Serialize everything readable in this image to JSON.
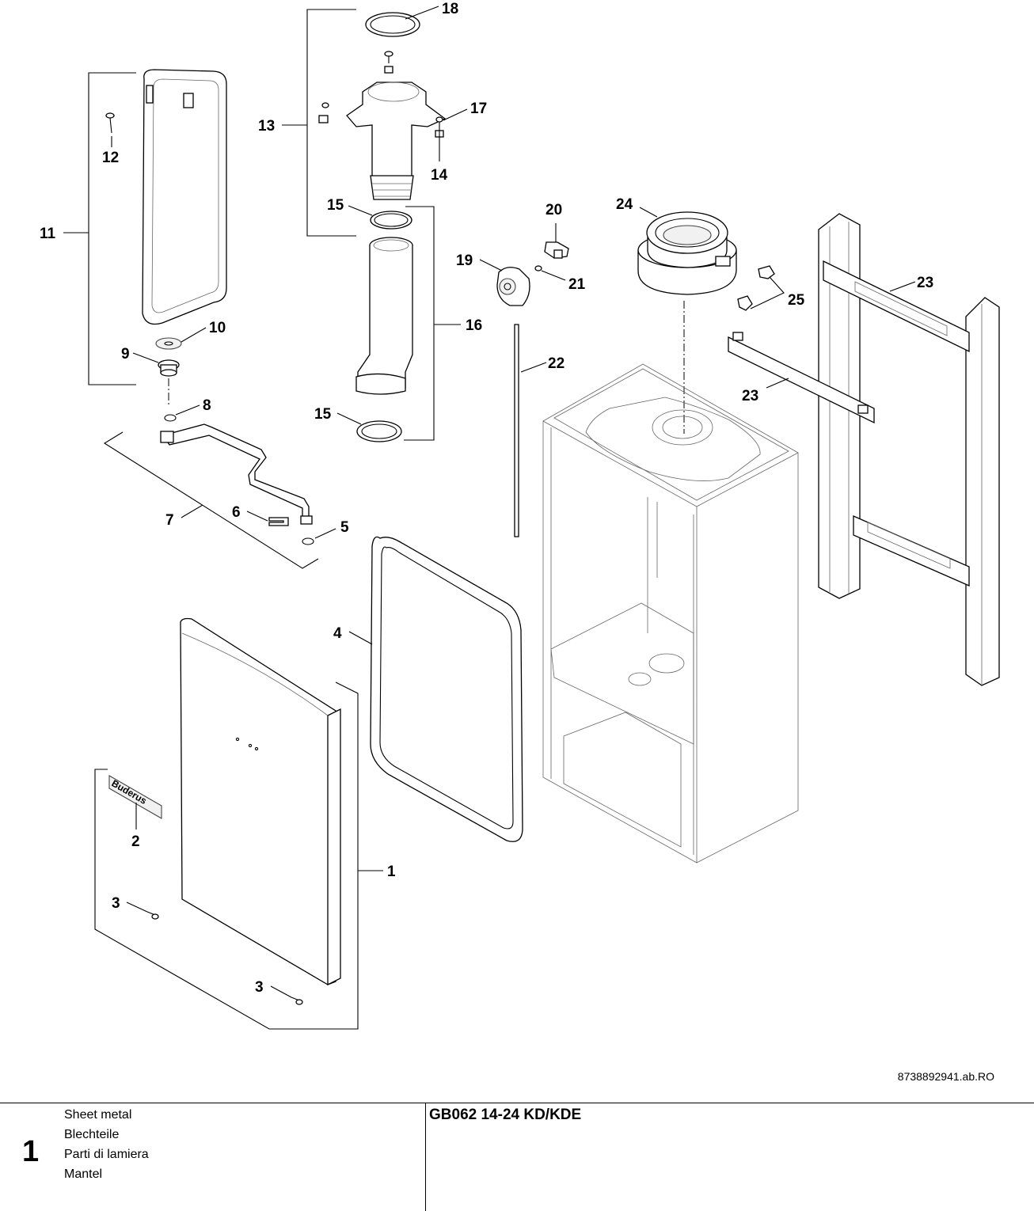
{
  "diagram": {
    "callouts": [
      {
        "id": "c1",
        "text": "1"
      },
      {
        "id": "c2",
        "text": "2"
      },
      {
        "id": "c3a",
        "text": "3"
      },
      {
        "id": "c3b",
        "text": "3"
      },
      {
        "id": "c4",
        "text": "4"
      },
      {
        "id": "c5",
        "text": "5"
      },
      {
        "id": "c6",
        "text": "6"
      },
      {
        "id": "c7",
        "text": "7"
      },
      {
        "id": "c8",
        "text": "8"
      },
      {
        "id": "c9",
        "text": "9"
      },
      {
        "id": "c10",
        "text": "10"
      },
      {
        "id": "c11",
        "text": "11"
      },
      {
        "id": "c12",
        "text": "12"
      },
      {
        "id": "c13",
        "text": "13"
      },
      {
        "id": "c14",
        "text": "14"
      },
      {
        "id": "c15a",
        "text": "15"
      },
      {
        "id": "c15b",
        "text": "15"
      },
      {
        "id": "c16",
        "text": "16"
      },
      {
        "id": "c17",
        "text": "17"
      },
      {
        "id": "c18",
        "text": "18"
      },
      {
        "id": "c19",
        "text": "19"
      },
      {
        "id": "c20",
        "text": "20"
      },
      {
        "id": "c21",
        "text": "21"
      },
      {
        "id": "c22",
        "text": "22"
      },
      {
        "id": "c23a",
        "text": "23"
      },
      {
        "id": "c23b",
        "text": "23"
      },
      {
        "id": "c24",
        "text": "24"
      },
      {
        "id": "c25",
        "text": "25"
      }
    ],
    "logo_text": "Buderus"
  },
  "footer": {
    "document_code": "8738892941.ab.RO",
    "page_number": "1",
    "section_names": [
      "Sheet metal",
      "Blechteile",
      "Parti di lamiera",
      "Mantel"
    ],
    "model_title": "GB062 14-24 KD/KDE"
  }
}
